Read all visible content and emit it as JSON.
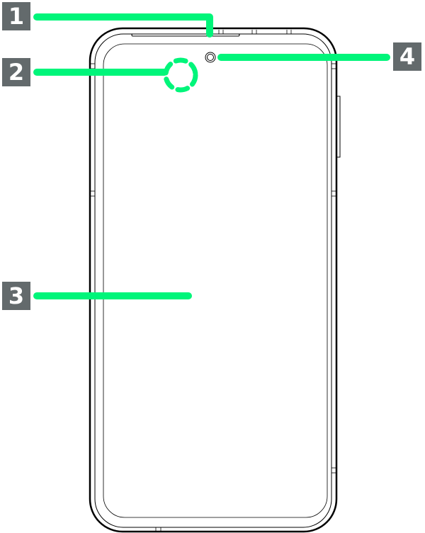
{
  "callouts": [
    {
      "number": "1",
      "target": "earpiece"
    },
    {
      "number": "2",
      "target": "sensor"
    },
    {
      "number": "3",
      "target": "display"
    },
    {
      "number": "4",
      "target": "front-camera"
    }
  ],
  "colors": {
    "callout_line": "#00f57a",
    "badge": "#636a6c",
    "outline": "#000000"
  }
}
